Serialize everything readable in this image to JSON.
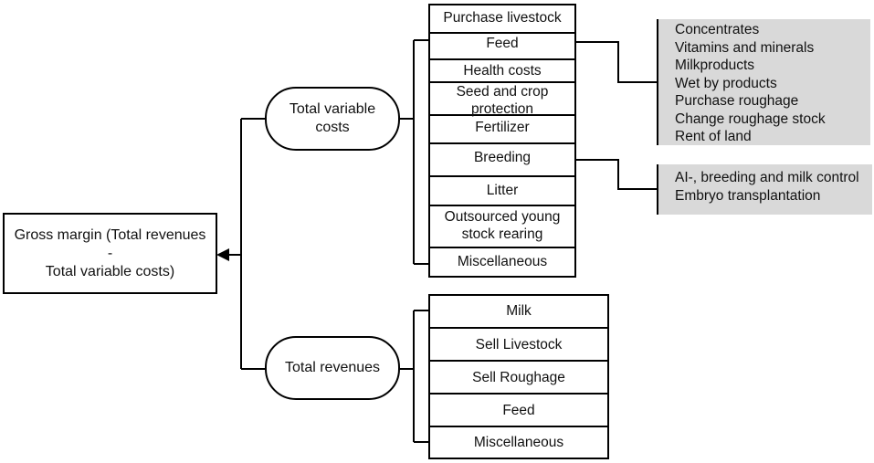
{
  "root": {
    "label": "Gross margin (Total revenues -\nTotal variable costs)"
  },
  "branches": {
    "variable": {
      "label": "Total variable\ncosts",
      "items": [
        "Purchase livestock",
        "Feed",
        "Health costs",
        "Seed and crop\nprotection",
        "Fertilizer",
        "Breeding",
        "Litter",
        "Outsourced young\nstock rearing",
        "Miscellaneous"
      ]
    },
    "revenues": {
      "label": "Total revenues",
      "items": [
        "Milk",
        "Sell Livestock",
        "Sell Roughage",
        "Feed",
        "Miscellaneous"
      ]
    }
  },
  "details": {
    "feed": [
      "Concentrates",
      "Vitamins and minerals",
      "Milkproducts",
      "Wet by products",
      "Purchase roughage",
      "Change roughage stock",
      "Rent of land"
    ],
    "breeding": [
      "AI-, breeding and milk control",
      "Embryo transplantation"
    ]
  },
  "colors": {
    "line": "#000000",
    "detail_fill": "#d9d9d9"
  }
}
